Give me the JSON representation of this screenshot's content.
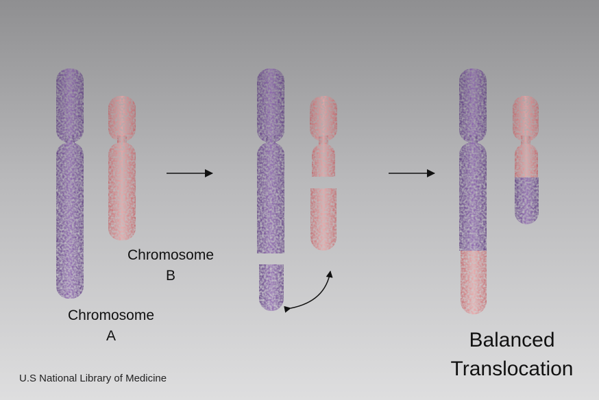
{
  "labels": {
    "chromosome_a": [
      "Chromosome",
      "A"
    ],
    "chromosome_b": [
      "Chromosome",
      "B"
    ],
    "result": [
      "Balanced",
      "Translocation"
    ]
  },
  "credit": "U.S National Library of Medicine",
  "colors": {
    "chromosome_a": "#6a3f8f",
    "chromosome_b": "#d9777a",
    "arrow": "#111111"
  }
}
